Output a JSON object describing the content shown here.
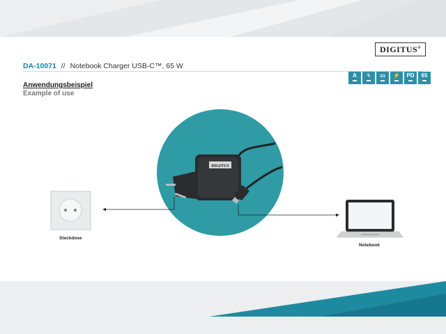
{
  "header": {
    "product_code": "DA-10071",
    "separator": "//",
    "product_name": "Notebook Charger USB-C™, 65 W"
  },
  "logo": {
    "text": "DIGITUS",
    "mark": "®"
  },
  "feature_icons": [
    {
      "icon": "a-grade-icon",
      "glyph": "A"
    },
    {
      "icon": "power-icon",
      "glyph": "ϟ"
    },
    {
      "icon": "battery-icon",
      "glyph": "▭"
    },
    {
      "icon": "plug-icon",
      "glyph": "⚡"
    },
    {
      "icon": "pd-icon",
      "glyph": "PD"
    },
    {
      "icon": "watt-65-icon",
      "glyph": "65"
    }
  ],
  "section": {
    "title_de": "Anwendungsbeispiel",
    "title_en": "Example of use"
  },
  "labels": {
    "socket": "Steckdose",
    "notebook": "Notebook"
  },
  "colors": {
    "accent": "#2e9ba5",
    "code": "#1d7fa8"
  }
}
